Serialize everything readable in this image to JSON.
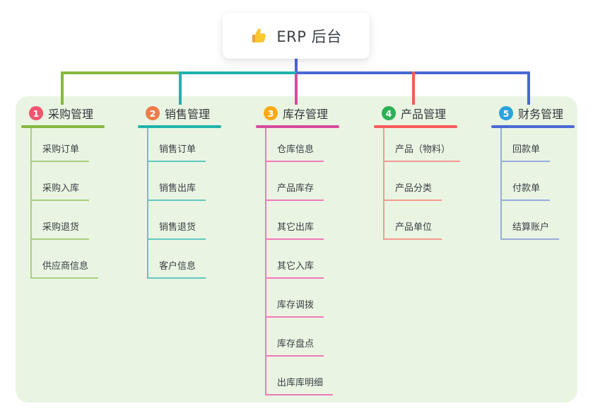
{
  "page": {
    "background": "#ffffff",
    "panel_color": "#e9f5e2"
  },
  "root": {
    "label": "ERP 后台",
    "icon": "thumbs-up-icon"
  },
  "connector": {
    "stem_color": "#5064d6"
  },
  "branches": [
    {
      "badge": "1",
      "label": "采购管理",
      "badge_color": "#f3546f",
      "line_color": "#85b840",
      "child_line_color": "#a8cf80",
      "children": [
        "采购订单",
        "采购入库",
        "采购退货",
        "供应商信息"
      ]
    },
    {
      "badge": "2",
      "label": "销售管理",
      "badge_color": "#ee7d4b",
      "line_color": "#1fb3ab",
      "child_line_color": "#63c8c0",
      "children": [
        "销售订单",
        "销售出库",
        "销售退货",
        "客户信息"
      ]
    },
    {
      "badge": "3",
      "label": "库存管理",
      "badge_color": "#fbab19",
      "line_color": "#d64b9e",
      "child_line_color": "#ef7ab7",
      "children": [
        "仓库信息",
        "产品库存",
        "其它出库",
        "其它入库",
        "库存调拨",
        "库存盘点",
        "出库库明细"
      ]
    },
    {
      "badge": "4",
      "label": "产品管理",
      "badge_color": "#2eb156",
      "line_color": "#f75b58",
      "child_line_color": "#f59a92",
      "children": [
        "产品（物料）",
        "产品分类",
        "产品单位"
      ]
    },
    {
      "badge": "5",
      "label": "财务管理",
      "badge_color": "#2ba3dd",
      "line_color": "#4a68d4",
      "child_line_color": "#97acde",
      "children": [
        "回款单",
        "付款单",
        "结算账户"
      ]
    }
  ]
}
